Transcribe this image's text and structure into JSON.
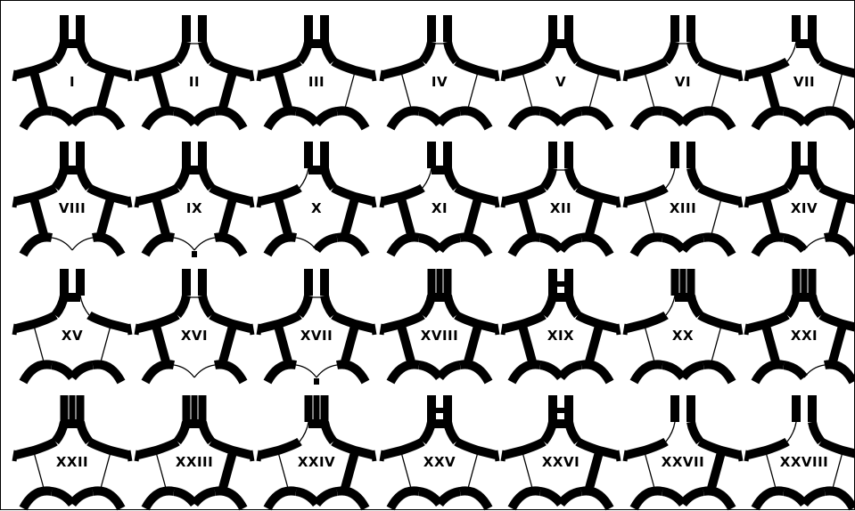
{
  "figure": {
    "variants": [
      {
        "label": "I",
        "pcom_left": "thick",
        "pcom_right": "thick",
        "acom": "single",
        "a1_left": "thick",
        "a1_right": "thick",
        "p1_left": "thick",
        "p1_right": "thick"
      },
      {
        "label": "II",
        "pcom_left": "thick",
        "pcom_right": "thick",
        "acom": "thin",
        "a1_left": "thick",
        "a1_right": "thick",
        "p1_left": "thick",
        "p1_right": "thick"
      },
      {
        "label": "III",
        "pcom_left": "thick",
        "pcom_right": "thin",
        "acom": "single",
        "a1_left": "thick",
        "a1_right": "thick",
        "p1_left": "thick",
        "p1_right": "thick"
      },
      {
        "label": "IV",
        "pcom_left": "thin",
        "pcom_right": "thin",
        "acom": "thin",
        "a1_left": "thick",
        "a1_right": "thick",
        "p1_left": "thick",
        "p1_right": "thick"
      },
      {
        "label": "V",
        "pcom_left": "thin",
        "pcom_right": "thin",
        "acom": "single",
        "a1_left": "thick",
        "a1_right": "thick",
        "p1_left": "thick",
        "p1_right": "thick"
      },
      {
        "label": "VI",
        "pcom_left": "thin",
        "pcom_right": "thin",
        "acom": "thin",
        "a1_left": "thick",
        "a1_right": "thick",
        "p1_left": "thick",
        "p1_right": "thick"
      },
      {
        "label": "VII",
        "pcom_left": "thick",
        "pcom_right": "thin",
        "acom": "single",
        "a1_left": "thin",
        "a1_right": "thick",
        "p1_left": "thick",
        "p1_right": "thick"
      },
      {
        "label": "VIII",
        "pcom_left": "thick",
        "pcom_right": "thick",
        "acom": "single",
        "a1_left": "thick",
        "a1_right": "thick",
        "p1_left": "thin",
        "p1_right": "thin"
      },
      {
        "label": "IX",
        "pcom_left": "thick",
        "pcom_right": "thick",
        "acom": "single",
        "a1_left": "thick",
        "a1_right": "thick",
        "p1_left": "thin",
        "p1_right": "thin",
        "basilar": "short"
      },
      {
        "label": "X",
        "pcom_left": "thick",
        "pcom_right": "thick",
        "acom": "single",
        "a1_left": "thin",
        "a1_right": "thick",
        "p1_left": "thin",
        "p1_right": "thick"
      },
      {
        "label": "XI",
        "pcom_left": "thick",
        "pcom_right": "thick",
        "acom": "single",
        "a1_left": "thin",
        "a1_right": "thick",
        "p1_left": "thick",
        "p1_right": "thick"
      },
      {
        "label": "XII",
        "pcom_left": "thick",
        "pcom_right": "thick",
        "acom": "thin",
        "a1_left": "thick",
        "a1_right": "thick",
        "p1_left": "thick",
        "p1_right": "thick"
      },
      {
        "label": "XIII",
        "pcom_left": "thin",
        "pcom_right": "thin",
        "acom": "none",
        "a1_left": "thin",
        "a1_right": "thick",
        "p1_left": "thick",
        "p1_right": "thick"
      },
      {
        "label": "XIV",
        "pcom_left": "thick",
        "pcom_right": "thick",
        "acom": "single",
        "a1_left": "thick",
        "a1_right": "thick",
        "p1_left": "thick",
        "p1_right": "thin"
      },
      {
        "label": "XV",
        "pcom_left": "thin",
        "pcom_right": "thin",
        "acom": "single",
        "a1_left": "thick",
        "a1_right": "thin",
        "p1_left": "thick",
        "p1_right": "thick"
      },
      {
        "label": "XVI",
        "pcom_left": "thick",
        "pcom_right": "thick",
        "acom": "thin",
        "a1_left": "thick",
        "a1_right": "thick",
        "p1_left": "thin",
        "p1_right": "thin"
      },
      {
        "label": "XVII",
        "pcom_left": "thick",
        "pcom_right": "thick",
        "acom": "thin",
        "a1_left": "thick",
        "a1_right": "thick",
        "p1_left": "thin",
        "p1_right": "thin",
        "basilar": "short"
      },
      {
        "label": "XVIII",
        "pcom_left": "thick",
        "pcom_right": "thick",
        "acom": "triple",
        "a1_left": "thick",
        "a1_right": "thick",
        "p1_left": "thick",
        "p1_right": "thick"
      },
      {
        "label": "XIX",
        "pcom_left": "thick",
        "pcom_right": "thick",
        "acom": "double",
        "a1_left": "thick",
        "a1_right": "thick",
        "p1_left": "thick",
        "p1_right": "thick"
      },
      {
        "label": "XX",
        "pcom_left": "thin",
        "pcom_right": "thin",
        "acom": "triple",
        "a1_left": "thin",
        "a1_right": "thick",
        "p1_left": "thick",
        "p1_right": "thick"
      },
      {
        "label": "XXI",
        "pcom_left": "thick",
        "pcom_right": "thick",
        "acom": "triple",
        "a1_left": "thick",
        "a1_right": "thick",
        "p1_left": "thick",
        "p1_right": "thin"
      },
      {
        "label": "XXII",
        "pcom_left": "thin",
        "pcom_right": "thin",
        "acom": "triple",
        "a1_left": "thick",
        "a1_right": "thick",
        "p1_left": "thick",
        "p1_right": "thick"
      },
      {
        "label": "XXIII",
        "pcom_left": "thin",
        "pcom_right": "thick",
        "acom": "triple",
        "a1_left": "thick",
        "a1_right": "thick",
        "p1_left": "thick",
        "p1_right": "thick"
      },
      {
        "label": "XXIV",
        "pcom_left": "thin",
        "pcom_right": "thick",
        "acom": "triple",
        "a1_left": "thin",
        "a1_right": "thick",
        "p1_left": "thick",
        "p1_right": "thick"
      },
      {
        "label": "XXV",
        "pcom_left": "thin",
        "pcom_right": "thin",
        "acom": "double",
        "a1_left": "thick",
        "a1_right": "thick",
        "p1_left": "thick",
        "p1_right": "thick"
      },
      {
        "label": "XXVI",
        "pcom_left": "thin",
        "pcom_right": "thick",
        "acom": "double",
        "a1_left": "thick",
        "a1_right": "thick",
        "p1_left": "thick",
        "p1_right": "thick"
      },
      {
        "label": "XXVII",
        "pcom_left": "thin",
        "pcom_right": "thick",
        "acom": "none",
        "a1_left": "thin",
        "a1_right": "thick",
        "p1_left": "thick",
        "p1_right": "thick"
      },
      {
        "label": "XXVIII",
        "pcom_left": "thin",
        "pcom_right": "thin",
        "acom": "none",
        "a1_left": "thin",
        "a1_right": "thick",
        "p1_left": "thick",
        "p1_right": "thick"
      }
    ]
  }
}
